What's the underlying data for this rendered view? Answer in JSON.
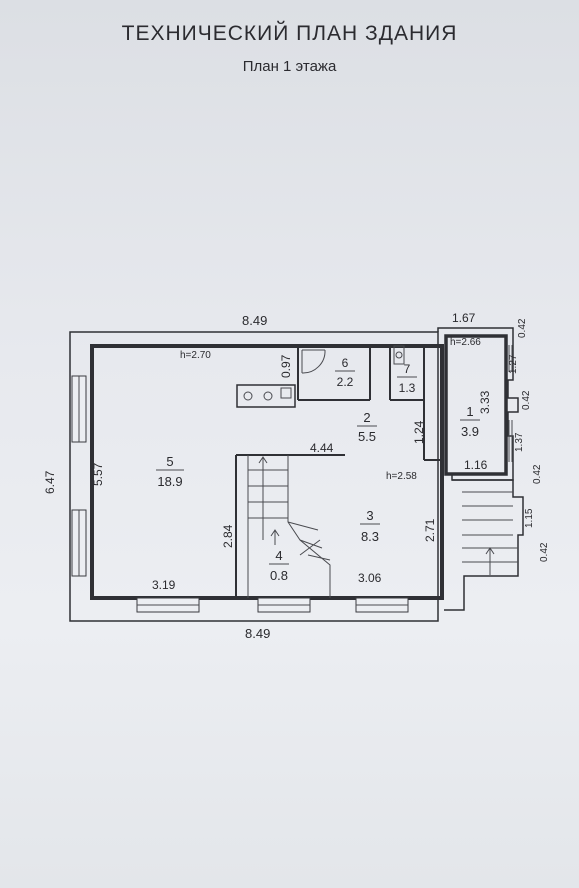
{
  "header": {
    "title": "ТЕХНИЧЕСКИЙ ПЛАН ЗДАНИЯ",
    "subtitle": "План 1 этажа"
  },
  "dimensions": {
    "top_width": "8.49",
    "bottom_width": "8.49",
    "annex_top": "1.67",
    "left_outer_height": "6.47",
    "left_inner_height": "5.57",
    "wc_height": "0.97",
    "corridor_right": "1.24",
    "hall_width": "4.44",
    "stair_height": "2.84",
    "room3_height": "2.71",
    "bottom_left": "3.19",
    "bottom_right": "3.06",
    "annex_room_height": "3.33",
    "annex_room_width": "1.16",
    "side_1": "0.42",
    "side_2": "1.27",
    "side_3": "0.42",
    "side_4": "1.37",
    "side_5": "0.42",
    "side_6": "1.15",
    "side_7": "0.42"
  },
  "heights": {
    "main": "h=2.70",
    "annex": "h=2.66",
    "room3": "h=2.58"
  },
  "rooms": [
    {
      "num": "5",
      "area": "18.9"
    },
    {
      "num": "6",
      "area": "2.2"
    },
    {
      "num": "7",
      "area": "1.3"
    },
    {
      "num": "2",
      "area": "5.5"
    },
    {
      "num": "1",
      "area": "3.9"
    },
    {
      "num": "3",
      "area": "8.3"
    },
    {
      "num": "4",
      "area": "0.8"
    }
  ]
}
